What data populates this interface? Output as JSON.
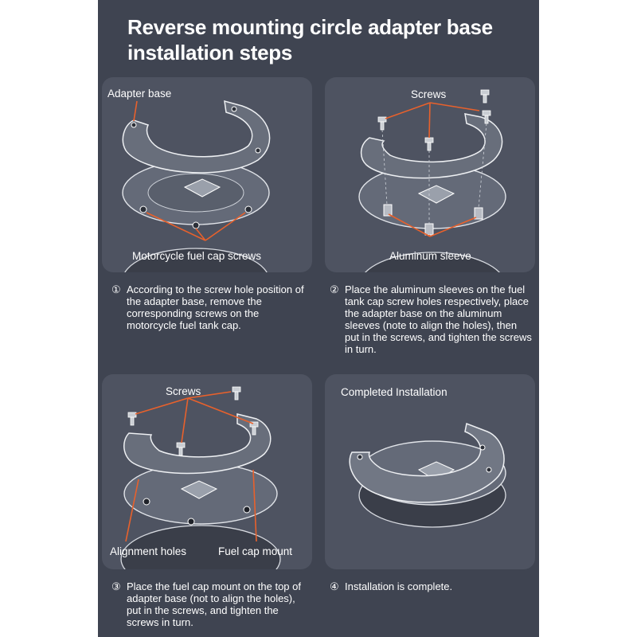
{
  "title_line1": "Reverse mounting circle adapter base",
  "title_line2": "installation steps",
  "colors": {
    "sheet": "#3f4451",
    "panel": "#4e5361",
    "arrow": "#e8612c",
    "text": "#ffffff"
  },
  "panels": {
    "p1": {
      "label_top": "Adapter base",
      "label_bottom": "Motorcycle fuel cap screws"
    },
    "p2": {
      "label_top": "Screws",
      "label_bottom": "Aluminum sleeve"
    },
    "p3": {
      "label_top": "Screws",
      "label_left": "Alignment holes",
      "label_right": "Fuel cap mount"
    },
    "p4": {
      "label_top": "Completed Installation"
    }
  },
  "steps": [
    {
      "num": "①",
      "text": "According to the screw hole position of the adapter base, remove the corresponding screws on the motorcycle fuel tank cap."
    },
    {
      "num": "②",
      "text": "Place the aluminum sleeves on the fuel tank cap screw holes respectively, place the adapter base on the aluminum sleeves (note to align the holes), then put in the screws, and tighten the screws in turn."
    },
    {
      "num": "③",
      "text": "Place the fuel cap mount on the top of  adapter base (not to align the holes), put in the screws, and tighten the screws in turn."
    },
    {
      "num": "④",
      "text": "Installation is complete."
    }
  ]
}
